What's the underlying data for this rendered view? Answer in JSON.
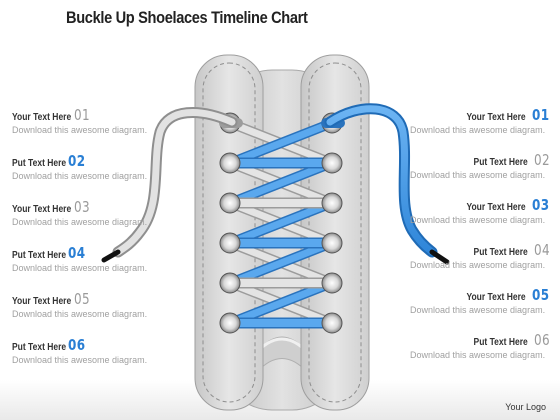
{
  "title": "Buckle Up Shoelaces Timeline Chart",
  "left_items": [
    {
      "title": "Your Text Here",
      "number": "01",
      "desc": "Download this awesome diagram.",
      "accent": false
    },
    {
      "title": "Put Text Here",
      "number": "02",
      "desc": "Download this awesome diagram.",
      "accent": true
    },
    {
      "title": "Your Text Here",
      "number": "03",
      "desc": "Download this awesome diagram.",
      "accent": false
    },
    {
      "title": "Put Text Here",
      "number": "04",
      "desc": "Download this awesome diagram.",
      "accent": true
    },
    {
      "title": "Your Text Here",
      "number": "05",
      "desc": "Download this awesome diagram.",
      "accent": false
    },
    {
      "title": "Put Text Here",
      "number": "06",
      "desc": "Download this awesome diagram.",
      "accent": true
    }
  ],
  "right_items": [
    {
      "title": "Your Text Here",
      "number": "01",
      "desc": "Download this awesome diagram.",
      "accent": true
    },
    {
      "title": "Put Text Here",
      "number": "02",
      "desc": "Download this awesome diagram.",
      "accent": false
    },
    {
      "title": "Your Text Here",
      "number": "03",
      "desc": "Download this awesome diagram.",
      "accent": true
    },
    {
      "title": "Put Text Here",
      "number": "04",
      "desc": "Download this awesome diagram.",
      "accent": false
    },
    {
      "title": "Your Text Here",
      "number": "05",
      "desc": "Download this awesome diagram.",
      "accent": true
    },
    {
      "title": "Put Text Here",
      "number": "06",
      "desc": "Download this awesome diagram.",
      "accent": false
    }
  ],
  "footer": {
    "logo": "Your Logo"
  },
  "colors": {
    "accent": "#2a7fd4",
    "lace_blue": "#4a9be6",
    "lace_gray": "#c9c9c9",
    "shoe": "#dcdcdc",
    "muted_number": "#9a9a9a"
  }
}
